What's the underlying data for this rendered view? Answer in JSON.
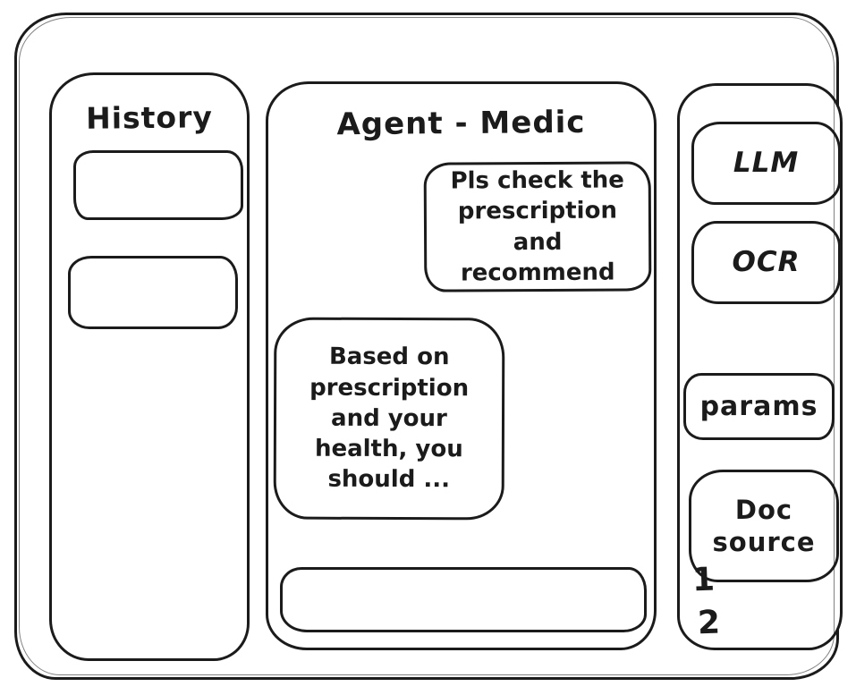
{
  "window": {
    "stroke_color": "#1b1b1b",
    "background_color": "#ffffff"
  },
  "history_panel": {
    "title": "History",
    "items": [
      {
        "label": ""
      },
      {
        "label": ""
      }
    ]
  },
  "chat_panel": {
    "title": "Agent - Medic",
    "messages": [
      {
        "role": "user",
        "text": "Pls check the\nprescription\nand recommend"
      },
      {
        "role": "assistant",
        "text": "Based on\nprescription\nand your\nhealth, you\nshould ..."
      }
    ],
    "input": {
      "value": "",
      "placeholder": ""
    }
  },
  "tools_panel": {
    "buttons": [
      {
        "label": "LLM"
      },
      {
        "label": "OCR"
      },
      {
        "label": "params"
      },
      {
        "label": "Doc source"
      }
    ],
    "doc_source_numbers": [
      "1",
      "2"
    ]
  }
}
